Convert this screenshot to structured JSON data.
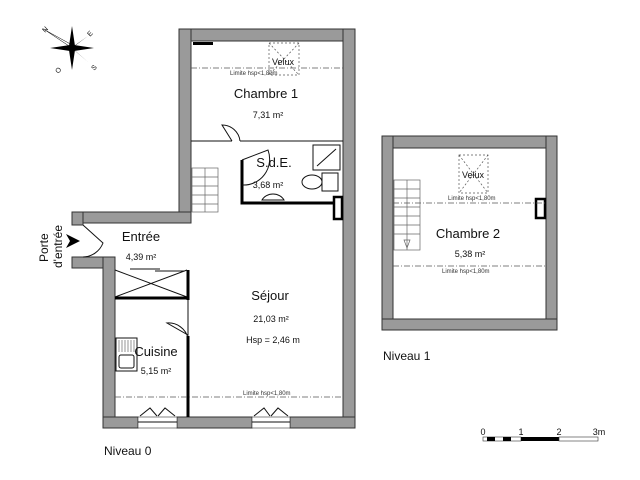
{
  "compass": {
    "n": "N",
    "e": "E",
    "s": "S",
    "o": "O"
  },
  "entrance": {
    "line1": "Porte",
    "line2": "d'entrée"
  },
  "levels": {
    "level0": "Niveau 0",
    "level1": "Niveau 1"
  },
  "rooms": {
    "chambre1": {
      "name": "Chambre 1",
      "area": "7,31 m²"
    },
    "sde": {
      "name": "S.d.E.",
      "area": "3,68 m²"
    },
    "entree": {
      "name": "Entrée",
      "area": "4,39 m²"
    },
    "sejour": {
      "name": "Séjour",
      "area": "21,03 m²",
      "hsp": "Hsp = 2,46 m"
    },
    "cuisine": {
      "name": "Cuisine",
      "area": "5,15 m²"
    },
    "chambre2": {
      "name": "Chambre 2",
      "area": "5,38 m²"
    }
  },
  "annotations": {
    "velux": "Velux",
    "limit": "Limite hsp<1,80m"
  },
  "scale_bar": {
    "labels": [
      "0",
      "1",
      "2",
      "3m"
    ]
  },
  "colors": {
    "wall": "#9a9a9a"
  }
}
